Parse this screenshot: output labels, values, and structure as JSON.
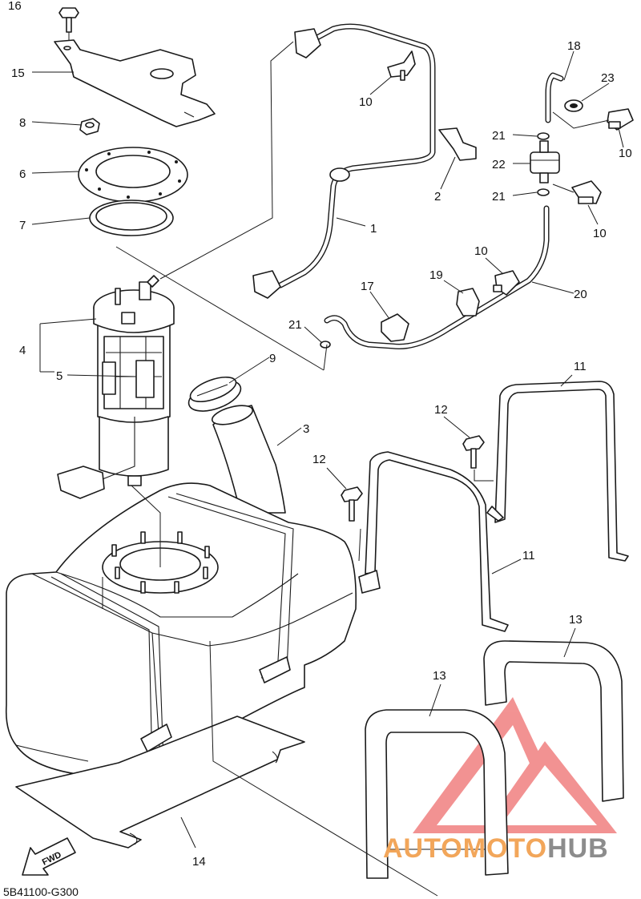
{
  "diagram_code": "5B41100-G300",
  "fwd_label": "FWD",
  "watermark": {
    "part1": "AUTOMOTO",
    "part2": "HUB",
    "color1": "#f2a65a",
    "color2": "#8c8c8c",
    "logo_color": "#f08080"
  },
  "callouts": {
    "c16": "16",
    "c15": "15",
    "c8": "8",
    "c6": "6",
    "c7": "7",
    "c4": "4",
    "c5": "5",
    "c9": "9",
    "c3": "3",
    "c1": "1",
    "c10a": "10",
    "c10b": "10",
    "c10c": "10",
    "c10d": "10",
    "c2": "2",
    "c18": "18",
    "c23": "23",
    "c21a": "21",
    "c21b": "21",
    "c21c": "21",
    "c22": "22",
    "c20": "20",
    "c19": "19",
    "c17": "17",
    "c11a": "11",
    "c11b": "11",
    "c12a": "12",
    "c12b": "12",
    "c13a": "13",
    "c13b": "13",
    "c14": "14"
  }
}
